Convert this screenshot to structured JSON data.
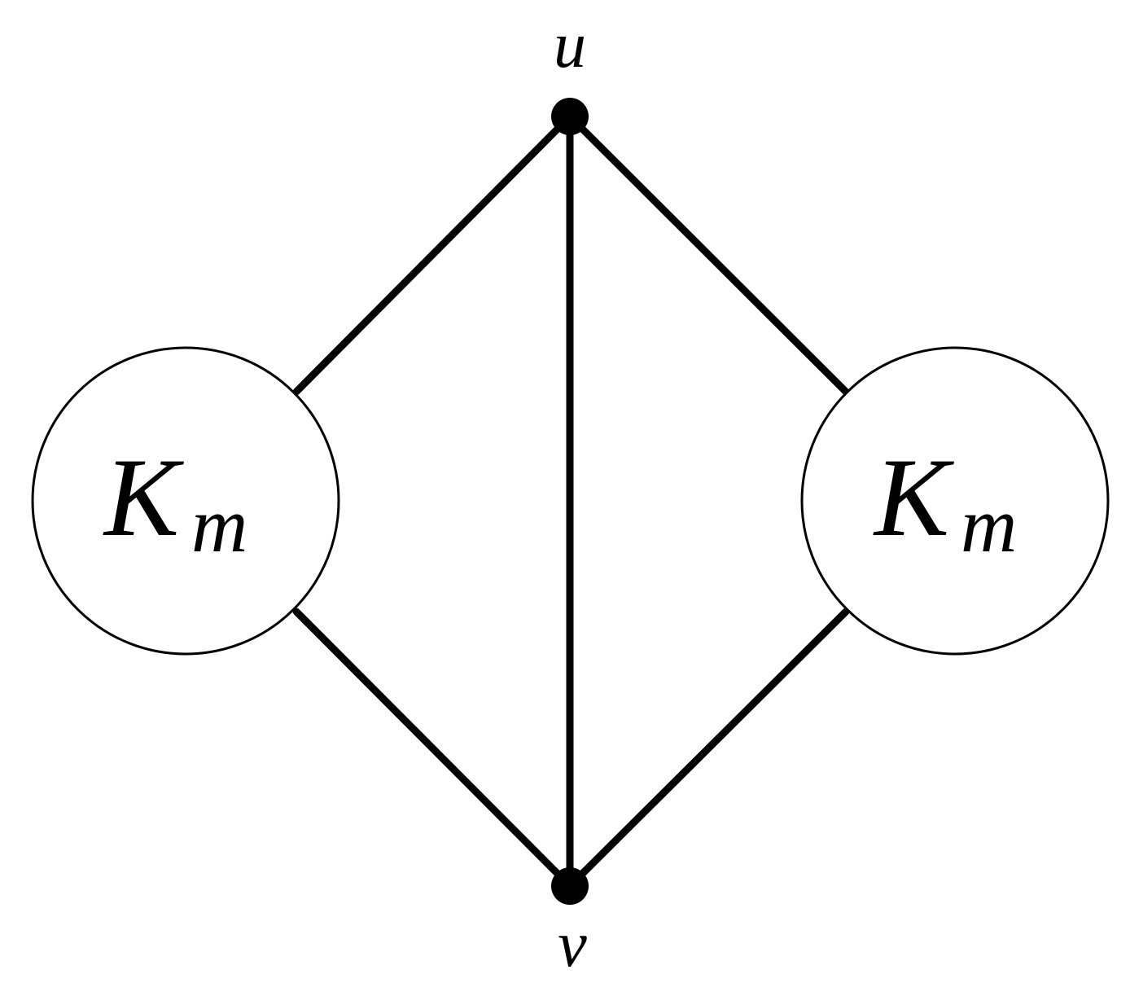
{
  "diagram": {
    "vertices": {
      "u": {
        "label": "u"
      },
      "v": {
        "label": "v"
      }
    },
    "cliques": {
      "left": {
        "main": "K",
        "subscript": "m"
      },
      "right": {
        "main": "K",
        "subscript": "m"
      }
    },
    "edges": [
      {
        "from": "u",
        "to": "left-clique"
      },
      {
        "from": "u",
        "to": "v"
      },
      {
        "from": "u",
        "to": "right-clique"
      },
      {
        "from": "left-clique",
        "to": "v"
      },
      {
        "from": "right-clique",
        "to": "v"
      }
    ]
  }
}
